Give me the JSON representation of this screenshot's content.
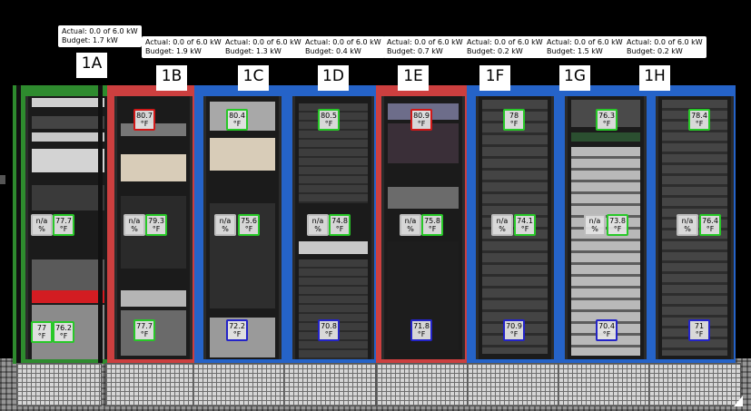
{
  "racks": [
    {
      "name": "1A",
      "actual": "Actual: 0.0 of 6.0 kW",
      "budget": "Budget: 1.7 kW",
      "shell": "#2e8b2e",
      "sensors": [
        {
          "v": "77.7",
          "u": "°F",
          "s": "ok"
        },
        {
          "v": "n/a",
          "u": "%",
          "s": "na"
        },
        {
          "v": "77",
          "u": "°F",
          "s": "ok"
        },
        {
          "v": "76.2",
          "u": "°F",
          "s": "ok"
        }
      ]
    },
    {
      "name": "1B",
      "actual": "Actual: 0.0 of 6.0 kW",
      "budget": "Budget: 1.9 kW",
      "shell": "#cc3f3f",
      "sensors": [
        {
          "v": "80.7",
          "u": "°F",
          "s": "hot"
        },
        {
          "v": "n/a",
          "u": "%",
          "s": "na"
        },
        {
          "v": "79.3",
          "u": "°F",
          "s": "ok"
        },
        {
          "v": "77.7",
          "u": "°F",
          "s": "ok"
        }
      ]
    },
    {
      "name": "1C",
      "actual": "Actual: 0.0 of 6.0 kW",
      "budget": "Budget: 1.3 kW",
      "shell": "#2563c8",
      "sensors": [
        {
          "v": "80.4",
          "u": "°F",
          "s": "ok"
        },
        {
          "v": "n/a",
          "u": "%",
          "s": "na"
        },
        {
          "v": "75.6",
          "u": "°F",
          "s": "ok"
        },
        {
          "v": "72.2",
          "u": "°F",
          "s": "cool"
        }
      ]
    },
    {
      "name": "1D",
      "actual": "Actual: 0.0 of 6.0 kW",
      "budget": "Budget: 0.4 kW",
      "shell": "#2563c8",
      "sensors": [
        {
          "v": "80.5",
          "u": "°F",
          "s": "ok"
        },
        {
          "v": "n/a",
          "u": "%",
          "s": "na"
        },
        {
          "v": "74.8",
          "u": "°F",
          "s": "ok"
        },
        {
          "v": "70.8",
          "u": "°F",
          "s": "cool"
        }
      ]
    },
    {
      "name": "1E",
      "actual": "Actual: 0.0 of 6.0 kW",
      "budget": "Budget: 0.7 kW",
      "shell": "#cc3f3f",
      "sensors": [
        {
          "v": "80.9",
          "u": "°F",
          "s": "hot"
        },
        {
          "v": "n/a",
          "u": "%",
          "s": "na"
        },
        {
          "v": "75.8",
          "u": "°F",
          "s": "ok"
        },
        {
          "v": "71.8",
          "u": "°F",
          "s": "cool"
        }
      ]
    },
    {
      "name": "1F",
      "actual": "Actual: 0.0 of 6.0 kW",
      "budget": "Budget: 0.2 kW",
      "shell": "#2563c8",
      "sensors": [
        {
          "v": "78",
          "u": "°F",
          "s": "ok"
        },
        {
          "v": "n/a",
          "u": "%",
          "s": "na"
        },
        {
          "v": "74.1",
          "u": "°F",
          "s": "ok"
        },
        {
          "v": "70.9",
          "u": "°F",
          "s": "cool"
        }
      ]
    },
    {
      "name": "1G",
      "actual": "Actual: 0.0 of 6.0 kW",
      "budget": "Budget: 1.5 kW",
      "shell": "#2563c8",
      "sensors": [
        {
          "v": "76.3",
          "u": "°F",
          "s": "ok"
        },
        {
          "v": "n/a",
          "u": "%",
          "s": "na"
        },
        {
          "v": "73.8",
          "u": "°F",
          "s": "ok"
        },
        {
          "v": "70.4",
          "u": "°F",
          "s": "cool"
        }
      ]
    },
    {
      "name": "1H",
      "actual": "Actual: 0.0 of 6.0 kW",
      "budget": "Budget: 0.2 kW",
      "shell": "#2563c8",
      "sensors": [
        {
          "v": "78.4",
          "u": "°F",
          "s": "ok"
        },
        {
          "v": "n/a",
          "u": "%",
          "s": "na"
        },
        {
          "v": "76.4",
          "u": "°F",
          "s": "ok"
        },
        {
          "v": "71",
          "u": "°F",
          "s": "cool"
        }
      ]
    }
  ]
}
